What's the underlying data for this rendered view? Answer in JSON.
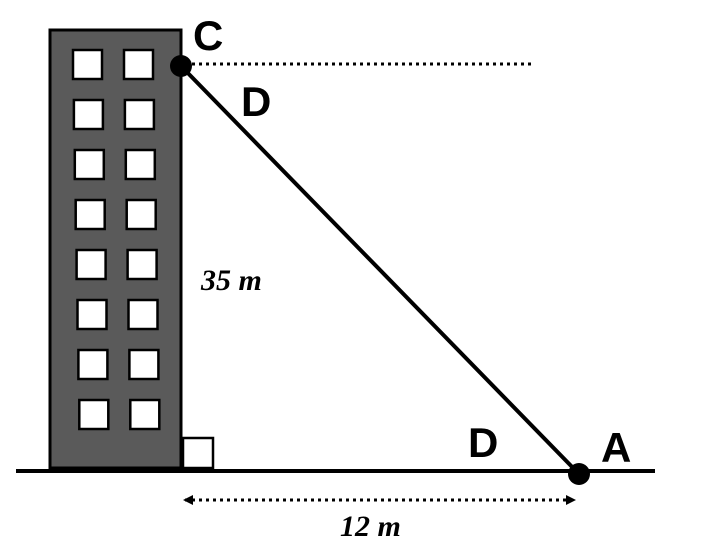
{
  "labels": {
    "top_vertex": "C",
    "bottom_vertex": "A",
    "angle_top": "D",
    "angle_bottom": "D",
    "height": "35 m",
    "distance": "12 m"
  },
  "building": {
    "window_rows": 8,
    "window_columns": 2
  },
  "colors": {
    "building_fill": "#5a5a5a",
    "window_fill": "#ffffff",
    "stroke": "#000000"
  }
}
